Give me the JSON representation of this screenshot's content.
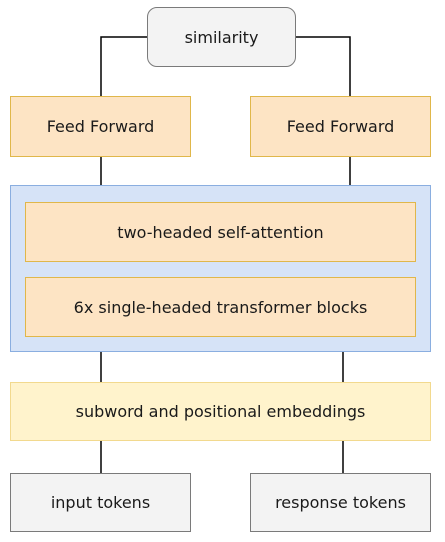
{
  "nodes": {
    "similarity": "similarity",
    "ff_left": "Feed Forward",
    "ff_right": "Feed Forward",
    "attention": "two-headed self-attention",
    "transformer": "6x single-headed transformer blocks",
    "embeddings": "subword and positional embeddings",
    "input": "input tokens",
    "response": "response tokens"
  },
  "colors": {
    "feed_forward_fill": "#fde4c4",
    "feed_forward_border": "#e0b74a",
    "encoder_panel_fill": "#d6e3f7",
    "encoder_panel_border": "#8aaee0",
    "embeddings_fill": "#fff3cc",
    "token_fill": "#f3f3f3",
    "token_border": "#7a7a7a",
    "connector": "#000000"
  }
}
